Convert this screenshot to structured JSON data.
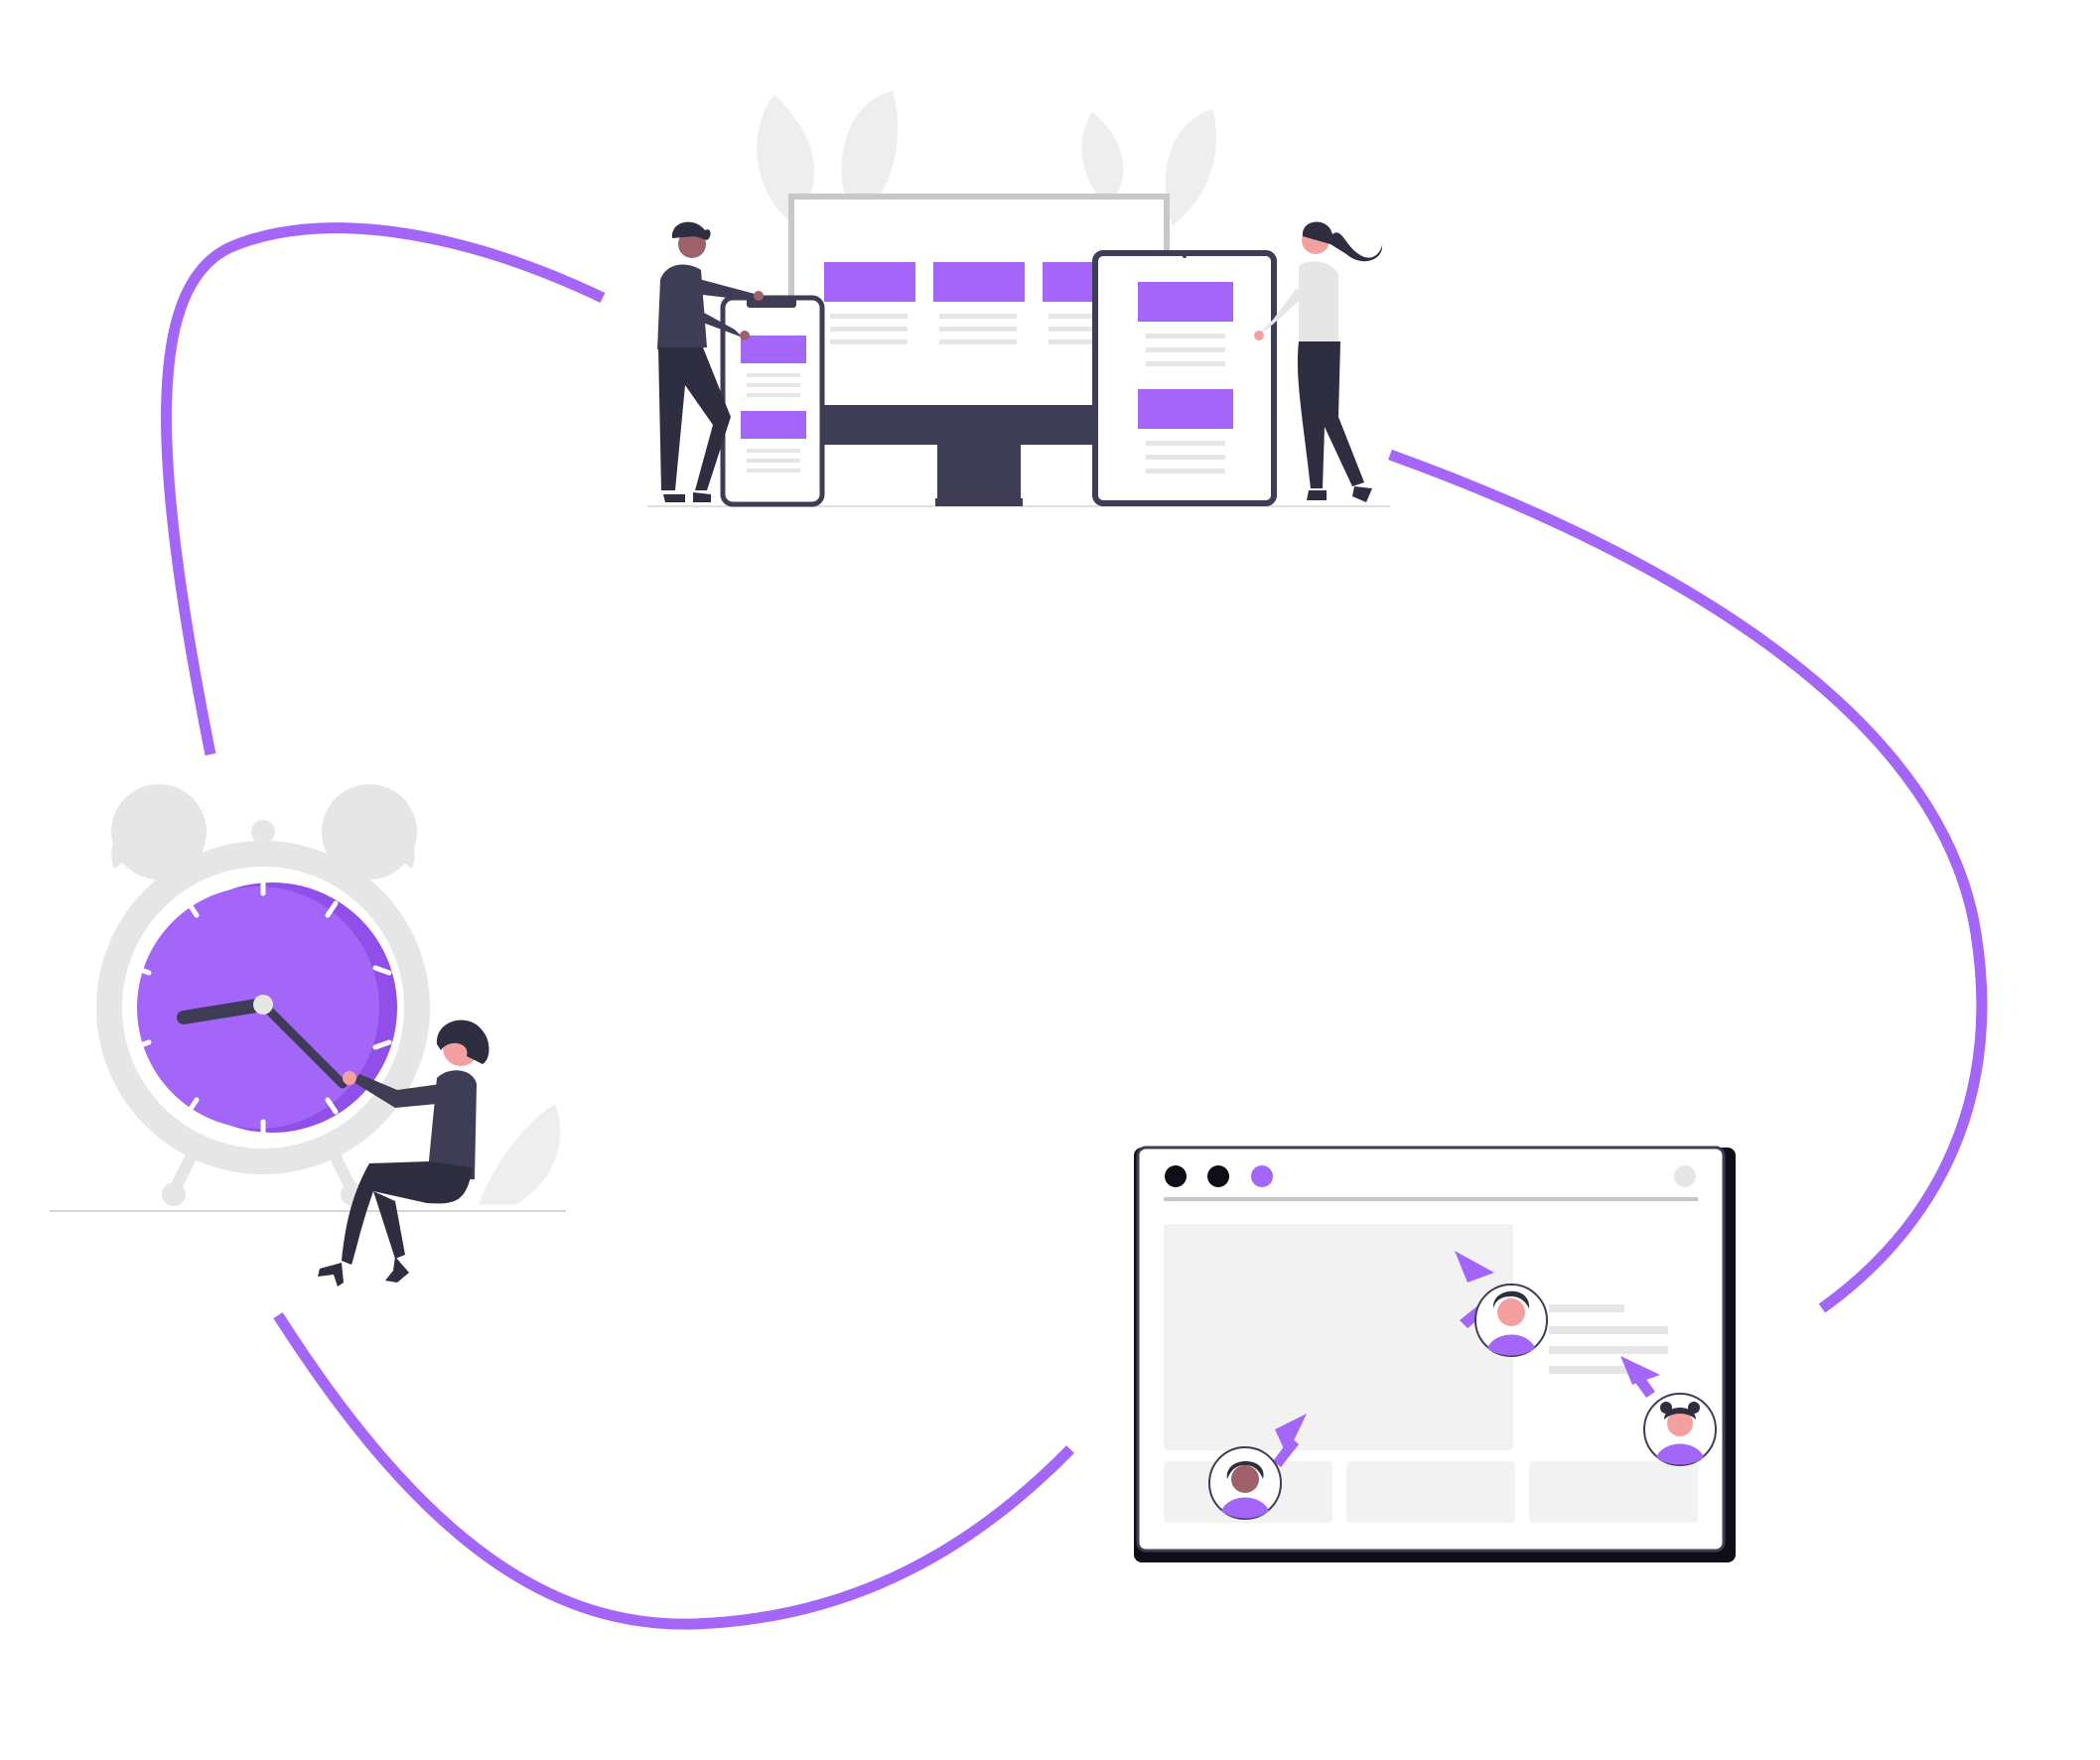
{
  "colors": {
    "accent": "#a466f8",
    "accent_dark": "#8f4fe8",
    "dark": "#3f3d56",
    "near_black": "#0f0d16",
    "light_gray": "#e6e6e6",
    "panel_gray": "#f2f2f2",
    "mid_gray": "#c8c8c8",
    "skin_light": "#f5a0a0",
    "skin_dark": "#9e616a"
  },
  "icons": {
    "loop_arrows": "cycle-path",
    "devices_scene": "responsive-devices-illustration",
    "clock_scene": "alarm-clock-illustration",
    "browser_scene": "collaborative-browser-illustration",
    "cursor": "cursor-arrow-icon",
    "avatar": "user-avatar-icon"
  }
}
